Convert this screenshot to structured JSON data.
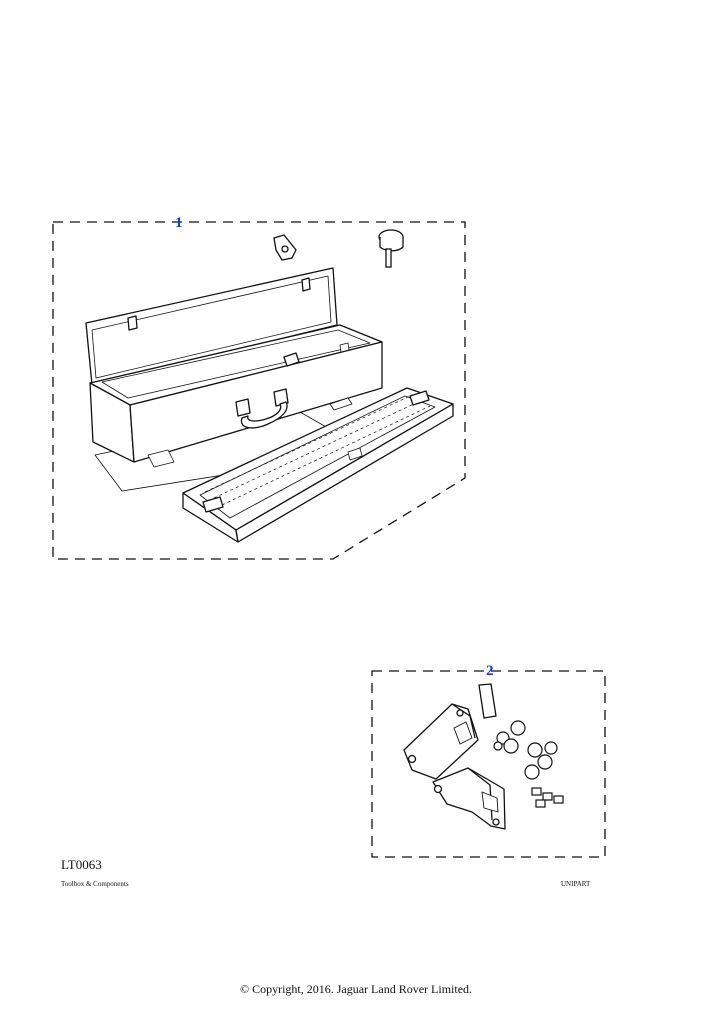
{
  "diagram": {
    "callouts": [
      {
        "id": "1",
        "label": "1"
      },
      {
        "id": "2",
        "label": "2"
      }
    ],
    "reference_code": "LT0063",
    "caption_left": "Toolbox & Components",
    "caption_right": "UNIPART",
    "copyright": "© Copyright, 2016. Jaguar Land Rover Limited."
  },
  "colors": {
    "callout": "#1a3ac8",
    "line": "#111111"
  }
}
